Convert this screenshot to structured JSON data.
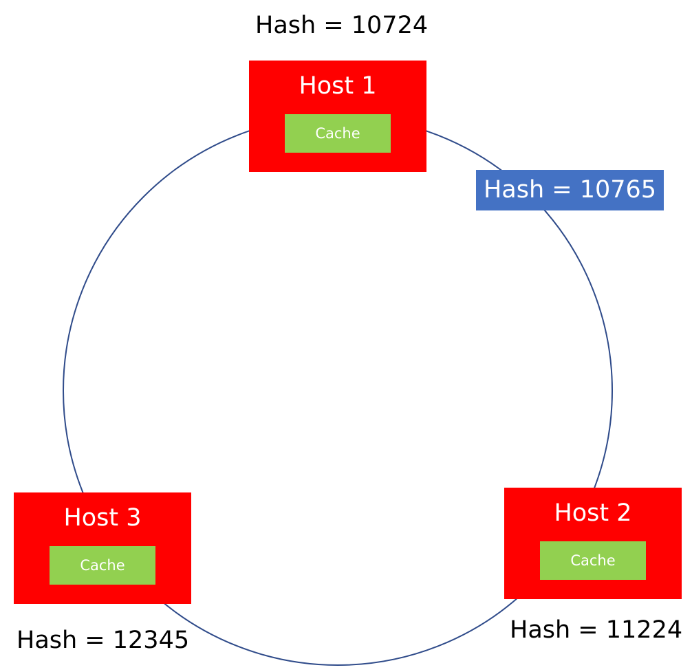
{
  "diagram": {
    "colors": {
      "ring": "#2f4b8a",
      "host_fill": "#ff0000",
      "cache_fill": "#92d050",
      "key_fill": "#4472c4"
    },
    "hosts": [
      {
        "title": "Host 1",
        "cache_label": "Cache",
        "hash_label": "Hash = 10724"
      },
      {
        "title": "Host 2",
        "cache_label": "Cache",
        "hash_label": "Hash = 11224"
      },
      {
        "title": "Host 3",
        "cache_label": "Cache",
        "hash_label": "Hash = 12345"
      }
    ],
    "key": {
      "hash_label": "Hash = 10765"
    }
  }
}
